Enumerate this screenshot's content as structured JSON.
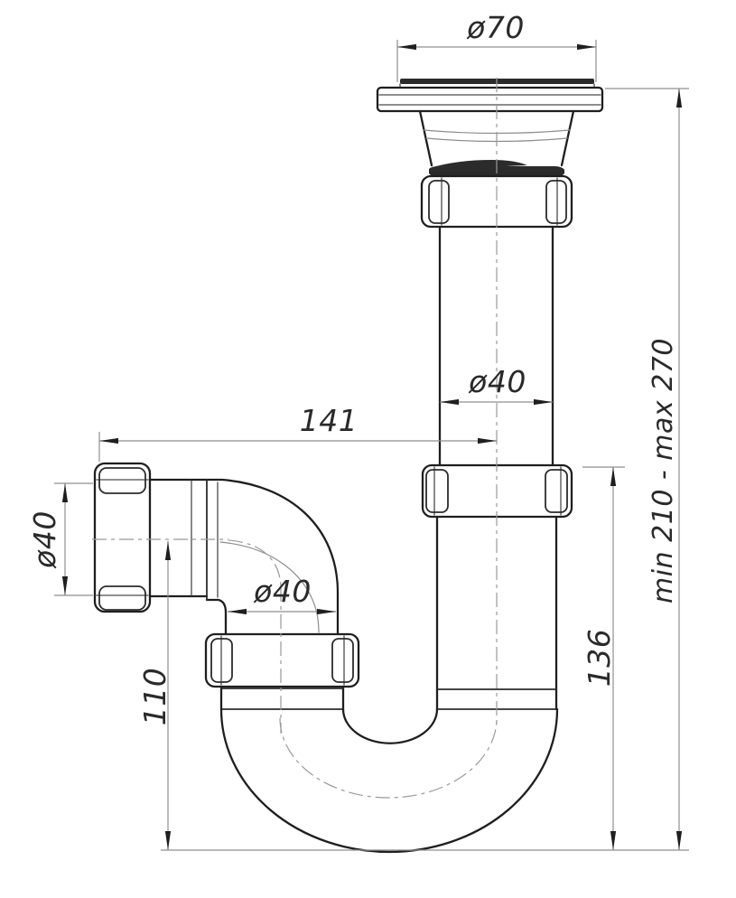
{
  "drawing": {
    "title": "siphon-trap-technical-drawing",
    "labels": {
      "top_diameter": "ø70",
      "pipe_diameter": "ø40",
      "horizontal_length": "141",
      "inlet_diameter": "ø40",
      "elbow_diameter": "ø40",
      "inlet_height": "110",
      "trap_depth": "136",
      "height_range": "min 210 - max 270"
    },
    "colors": {
      "outline": "#1f1f1f",
      "dimension_lines": "#8f8f8f",
      "background": "#ffffff",
      "text": "#2a2a2a"
    }
  }
}
